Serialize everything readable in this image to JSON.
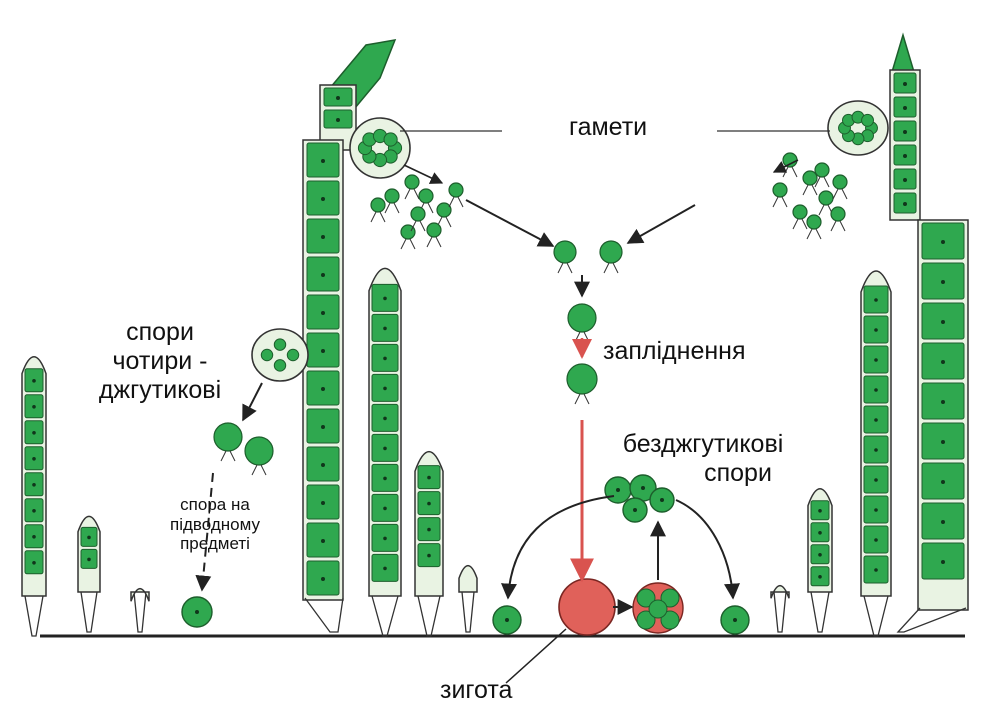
{
  "labels": {
    "gametes": "гамети",
    "spores_line1": "спори",
    "spores_line2": "чотири -",
    "spores_line3": "джгутикові",
    "spore_obj_line1": "спора на",
    "spore_obj_line2": "підводному",
    "spore_obj_line3": "предметі",
    "fertilization": "запліднення",
    "nonflag_line1": "безджгутикові",
    "nonflag_line2": "спори",
    "zygote": "зигота"
  },
  "colors": {
    "cell_fill": "#2fa84f",
    "cell_border": "#1d5e2c",
    "cell_bg": "#e9f3e3",
    "zygote": "#e0615a",
    "red_arrow": "#d9534f",
    "ground": "#222222"
  }
}
